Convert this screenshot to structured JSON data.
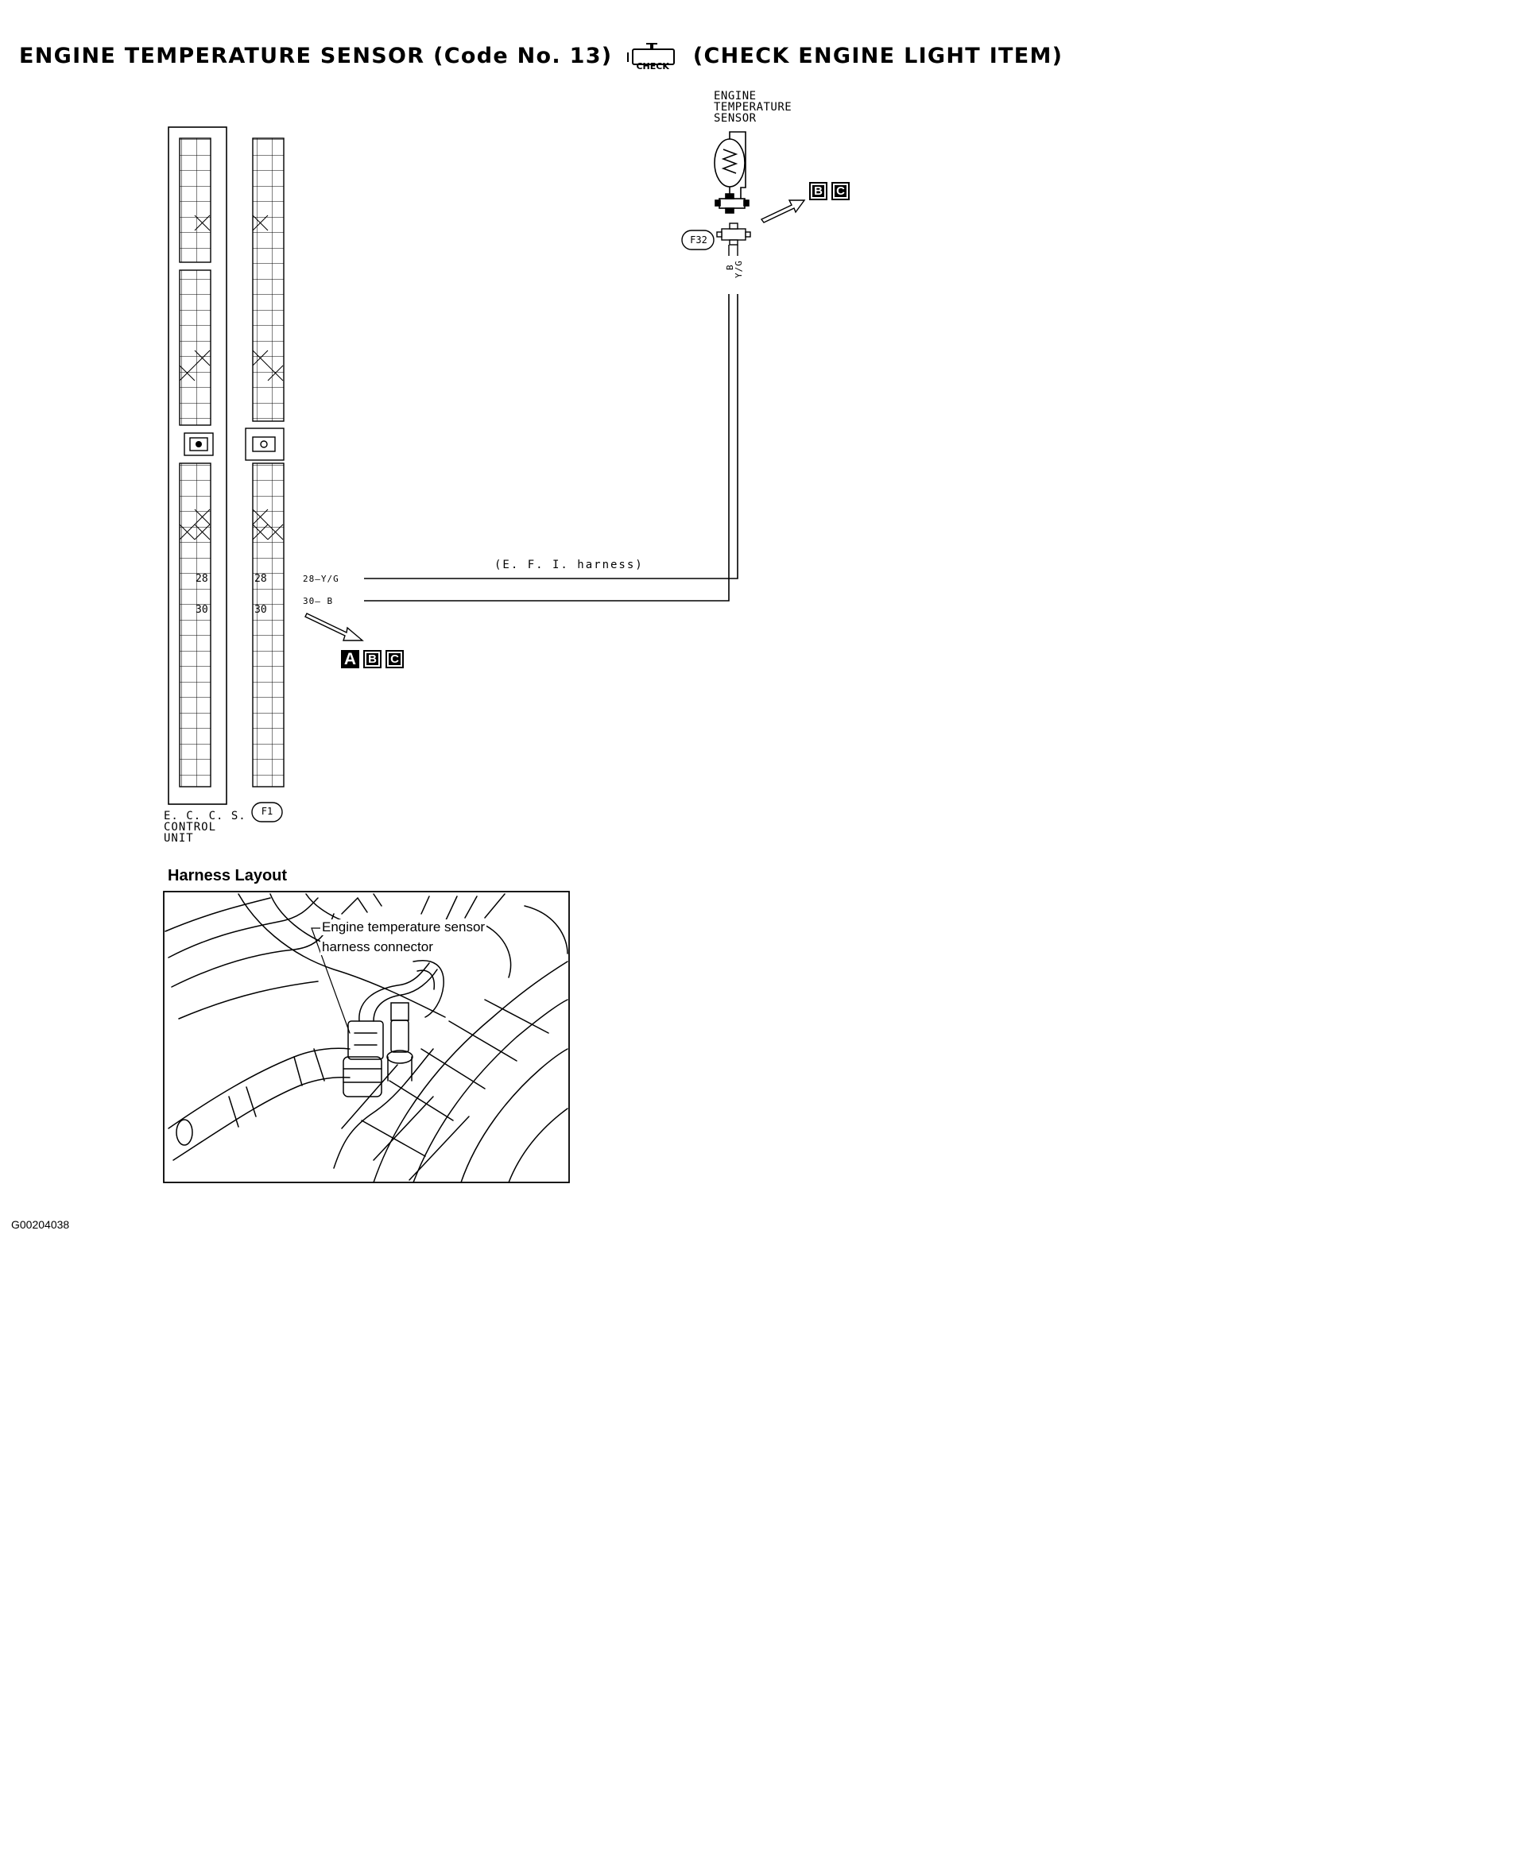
{
  "title": {
    "main": "ENGINE TEMPERATURE SENSOR (Code No. 13)",
    "icon_text": "CHECK",
    "suffix": "(CHECK ENGINE LIGHT ITEM)"
  },
  "sensor": {
    "label_lines": [
      "ENGINE",
      "TEMPERATURE",
      "SENSOR"
    ],
    "connector_id": "F32",
    "wire_b": "B",
    "wire_yg": "Y/G",
    "badges": [
      "B",
      "C"
    ]
  },
  "ecu": {
    "label_lines": [
      "E. C. C. S.",
      "CONTROL",
      "UNIT"
    ],
    "connector_id": "F1",
    "pins": [
      "28",
      "30"
    ]
  },
  "harness": {
    "name": "(E. F. I.  harness)",
    "wire_28": "28—Y/G",
    "wire_30": "30— B",
    "badges": [
      "A",
      "B",
      "C"
    ]
  },
  "layout": {
    "heading": "Harness Layout",
    "callout_line1": "Engine temperature sensor",
    "callout_line2": "harness connector"
  },
  "doc_id": "G00204038"
}
